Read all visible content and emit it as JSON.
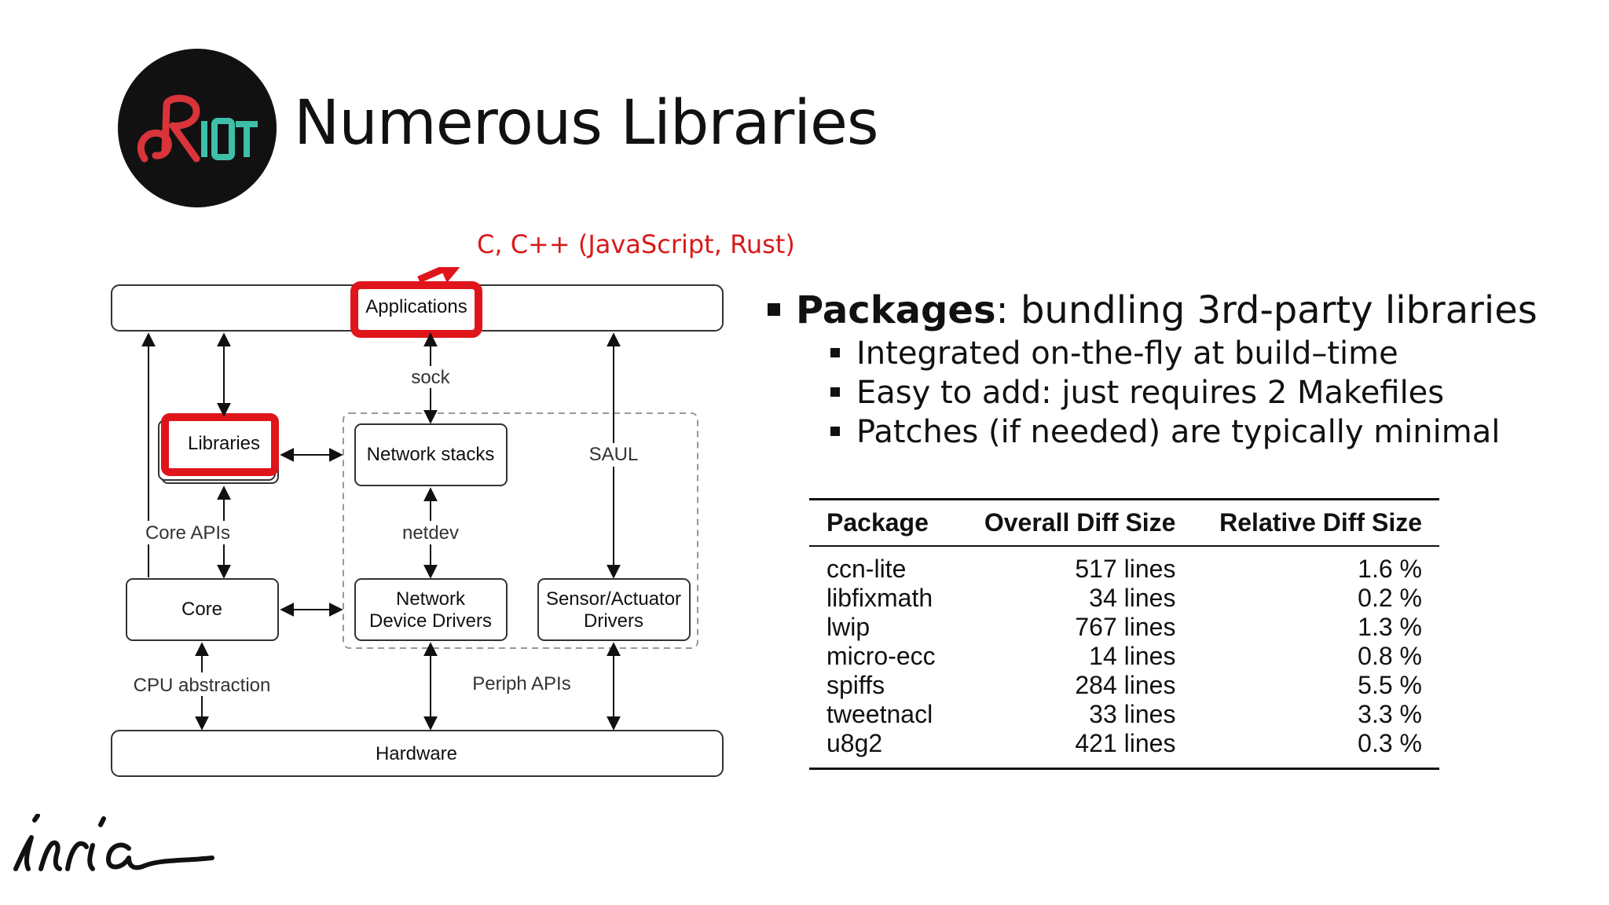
{
  "slide": {
    "logo_text": "RIOT",
    "title": "Numerous Libraries",
    "lang_note": "C, C++ (JavaScript, Rust)",
    "footer_logo_text": "inria"
  },
  "diagram": {
    "applications": "Applications",
    "hardware": "Hardware",
    "libraries": "Libraries",
    "network_stacks": "Network stacks",
    "core": "Core",
    "network_device_drivers": [
      "Network",
      "Device Drivers"
    ],
    "sensor_actuator_drivers": [
      "Sensor/Actuator",
      "Drivers"
    ],
    "sock": "sock",
    "saul": "SAUL",
    "core_apis": "Core APIs",
    "netdev": "netdev",
    "cpu_abstraction": "CPU abstraction",
    "periph_apis": "Periph APIs",
    "highlight_color": "#e0141b"
  },
  "bullets": {
    "main_bold": "Packages",
    "main_rest": ": bundling 3rd-party libraries",
    "sub": [
      "Integrated on-the-fly at build–time",
      "Easy to add: just requires 2 Makefiles",
      "Patches (if needed) are typically minimal"
    ]
  },
  "table": {
    "headers": [
      "Package",
      "Overall Diff Size",
      "Relative Diff Size"
    ],
    "rows": [
      [
        "ccn-lite",
        "517 lines",
        "1.6 %"
      ],
      [
        "libfixmath",
        "34 lines",
        "0.2 %"
      ],
      [
        "lwip",
        "767 lines",
        "1.3 %"
      ],
      [
        "micro-ecc",
        "14 lines",
        "0.8 %"
      ],
      [
        "spiffs",
        "284 lines",
        "5.5 %"
      ],
      [
        "tweetnacl",
        "33 lines",
        "3.3 %"
      ],
      [
        "u8g2",
        "421 lines",
        "0.3 %"
      ]
    ]
  }
}
